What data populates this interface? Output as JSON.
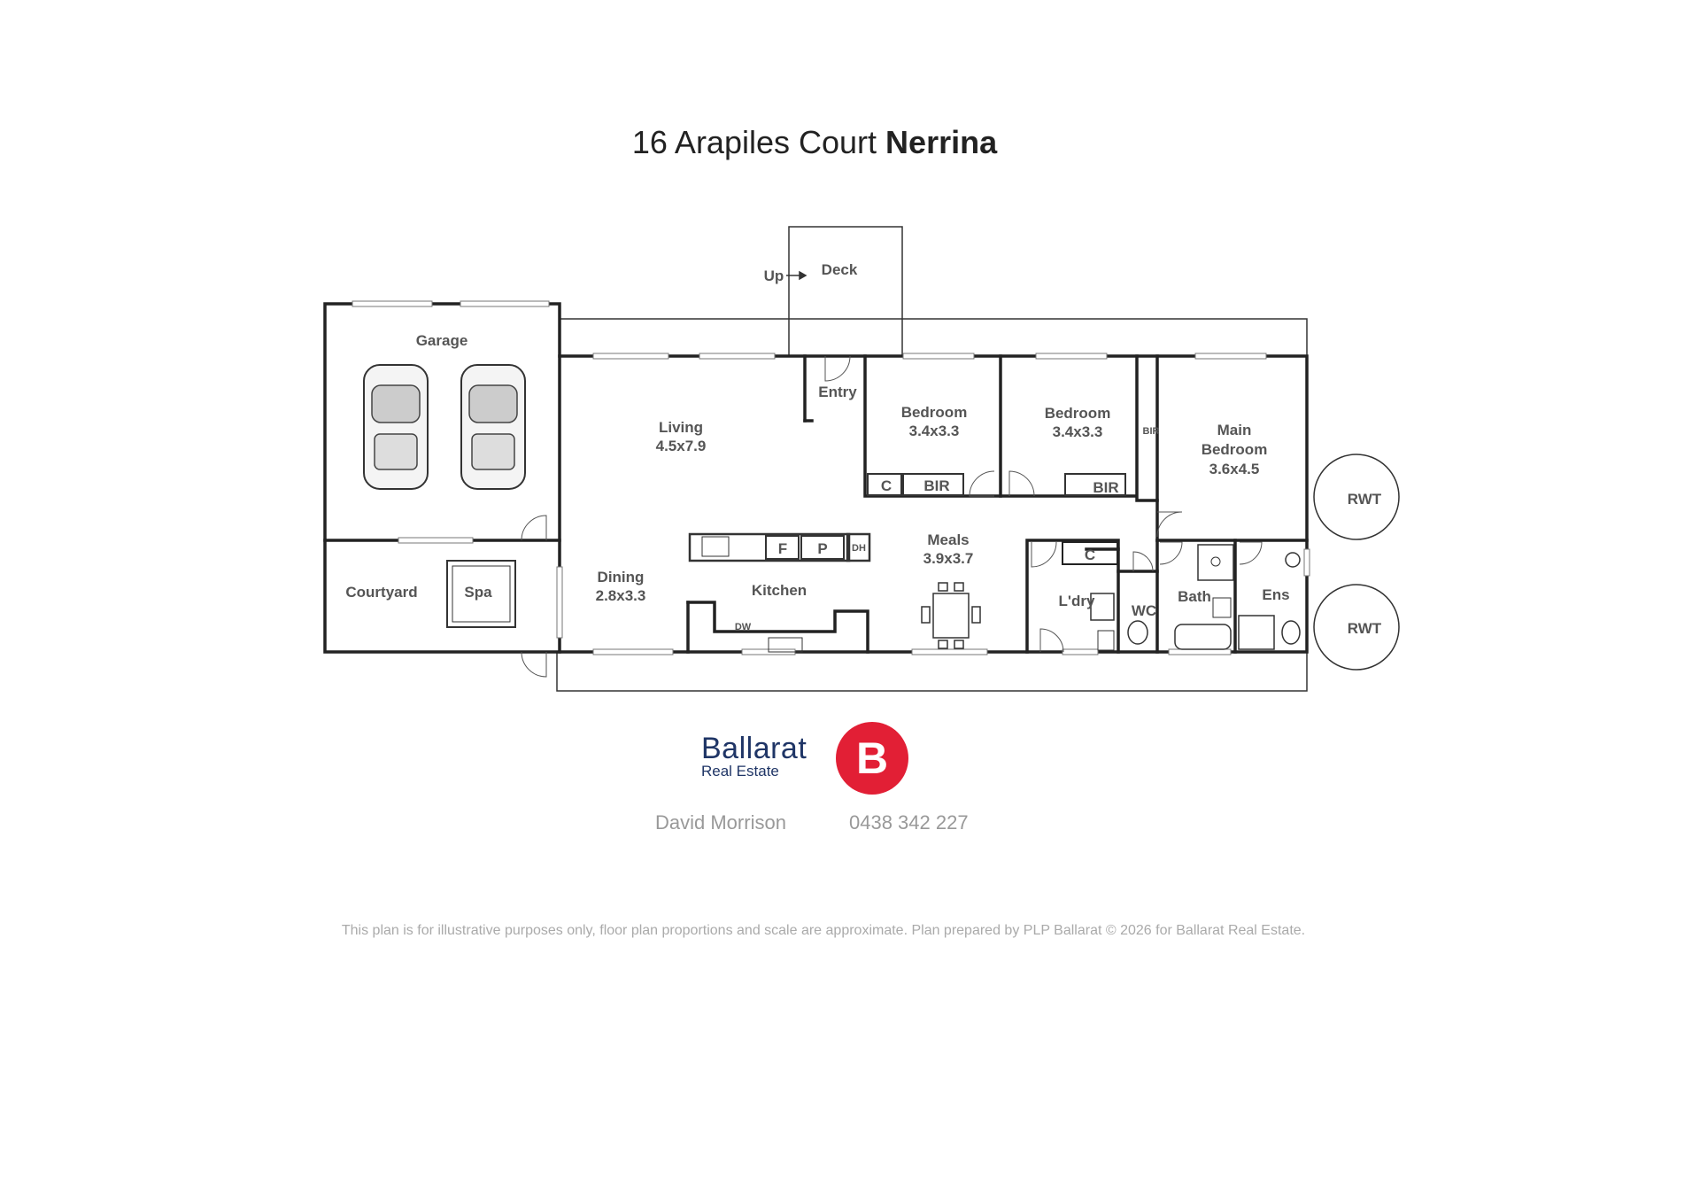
{
  "title": {
    "address": "16 Arapiles Court",
    "suburb": "Nerrina"
  },
  "rooms": {
    "deck": "Deck",
    "up": "Up",
    "garage": "Garage",
    "courtyard": "Courtyard",
    "spa": "Spa",
    "entry": "Entry",
    "living": {
      "name": "Living",
      "size": "4.5x7.9"
    },
    "dining": {
      "name": "Dining",
      "size": "2.8x3.3"
    },
    "kitchen": "Kitchen",
    "meals": {
      "name": "Meals",
      "size": "3.9x3.7"
    },
    "bedroom1": {
      "name": "Bedroom",
      "size": "3.4x3.3"
    },
    "bedroom2": {
      "name": "Bedroom",
      "size": "3.4x3.3"
    },
    "main_bedroom": {
      "line1": "Main",
      "line2": "Bedroom",
      "size": "3.6x4.5"
    },
    "laundry": "L'dry",
    "wc": "WC",
    "bath": "Bath",
    "ensuite": "Ens",
    "rwt1": "RWT",
    "rwt2": "RWT",
    "bir1": "BIR",
    "bir2": "BIR",
    "bir3": "BIR",
    "c1": "C",
    "c2": "C",
    "fridge": "F",
    "pantry": "P",
    "dh": "DH",
    "dw": "DW"
  },
  "brand": {
    "name": "Ballarat",
    "sub": "Real Estate",
    "logo_letter": "B"
  },
  "agent": {
    "name": "David Morrison",
    "phone": "0438 342 227"
  },
  "disclaimer": "This plan is for illustrative purposes only, floor plan proportions and scale are approximate.  Plan prepared by PLP Ballarat © 2026 for Ballarat Real Estate."
}
